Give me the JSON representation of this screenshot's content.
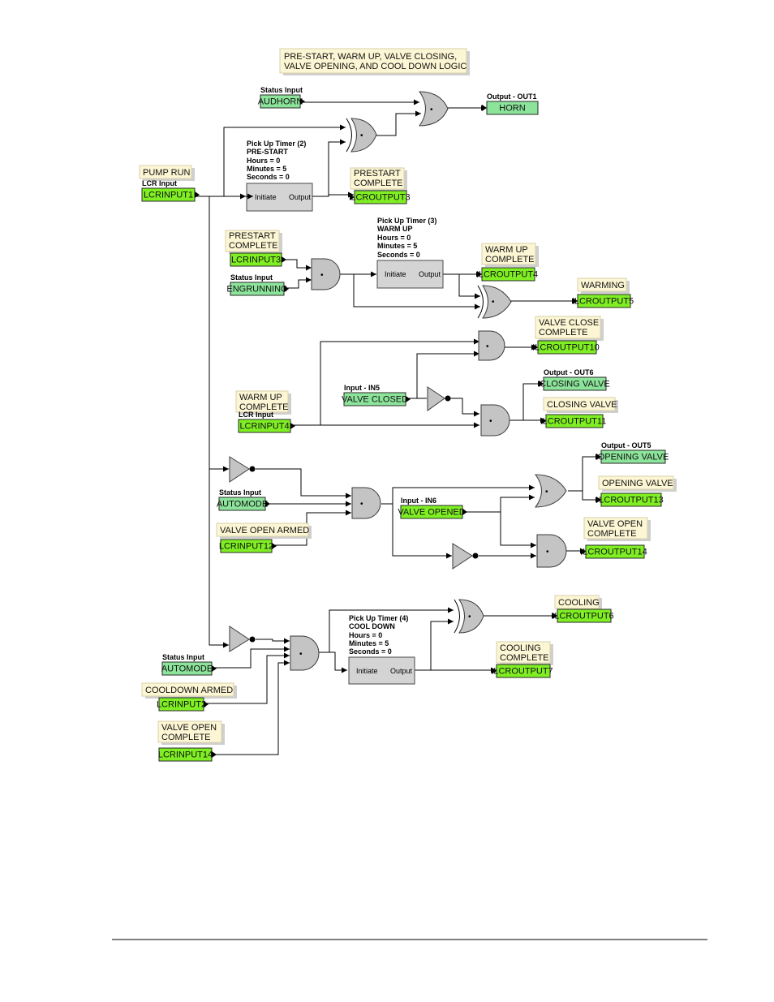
{
  "title_lines": [
    "PRE-START, WARM UP, VALVE CLOSING,",
    "VALVE OPENING, AND COOL DOWN LOGIC"
  ],
  "colors": {
    "lcr_io": "#7fef23",
    "status_io": "#8ce39a",
    "note_bg": "#fdf6d4",
    "gate_fill": "#c4c4c4",
    "block_fill": "#d4d4d4"
  },
  "io": {
    "audhorn": {
      "caption": "Status Input",
      "label": "AUDHORN"
    },
    "horn": {
      "caption": "Output - OUT1",
      "label": "HORN"
    },
    "lcrinput1": {
      "caption": "LCR Input",
      "label": "LCRINPUT1"
    },
    "lcroutput3": {
      "label": "LCROUTPUT3"
    },
    "lcrinput3": {
      "label": "LCRINPUT3"
    },
    "engrunning": {
      "caption": "Status Input",
      "label": "ENGRUNNING"
    },
    "lcroutput4": {
      "label": "LCROUTPUT4"
    },
    "lcroutput5": {
      "label": "LCROUTPUT5"
    },
    "lcroutput10": {
      "label": "LCROUTPUT10"
    },
    "valve_closed": {
      "caption": "Input - IN5",
      "label": "VALVE CLOSED"
    },
    "closing_valve_out": {
      "caption": "Output - OUT6",
      "label": "CLOSING VALVE"
    },
    "lcroutput11": {
      "label": "LCROUTPUT11"
    },
    "lcrinput4": {
      "caption": "LCR Input",
      "label": "LCRINPUT4"
    },
    "opening_valve_out": {
      "caption": "Output - OUT5",
      "label": "OPENING VALVE"
    },
    "automode1": {
      "caption": "Status Input",
      "label": "AUTOMODE"
    },
    "valve_opened": {
      "caption": "Input - IN6",
      "label": "VALVE OPENED"
    },
    "lcroutput13": {
      "label": "LCROUTPUT13"
    },
    "lcrinput12": {
      "label": "LCRINPUT12"
    },
    "lcroutput14": {
      "label": "LCROUTPUT14"
    },
    "lcroutput6": {
      "label": "LCROUTPUT6"
    },
    "automode2": {
      "caption": "Status Input",
      "label": "AUTOMODE"
    },
    "lcroutput7": {
      "label": "LCROUTPUT7"
    },
    "lcrinput2": {
      "label": "LCRINPUT2"
    },
    "lcrinput14": {
      "label": "LCRINPUT14"
    }
  },
  "notes": {
    "pump_run": [
      "PUMP RUN"
    ],
    "prestart_complete_a": [
      "PRESTART",
      "COMPLETE"
    ],
    "prestart_complete_b": [
      "PRESTART",
      "COMPLETE"
    ],
    "warm_up_complete_a": [
      "WARM UP",
      "COMPLETE"
    ],
    "warming": [
      "WARMING"
    ],
    "valve_close_complete": [
      "VALVE CLOSE",
      "COMPLETE"
    ],
    "warm_up_complete_b": [
      "WARM UP",
      "COMPLETE"
    ],
    "closing_valve": [
      "CLOSING VALVE"
    ],
    "opening_valve": [
      "OPENING VALVE"
    ],
    "valve_open_armed": [
      "VALVE OPEN ARMED"
    ],
    "valve_open_complete_a": [
      "VALVE OPEN",
      "COMPLETE"
    ],
    "cooling": [
      "COOLING"
    ],
    "cooling_complete": [
      "COOLING",
      "COMPLETE"
    ],
    "cooldown_armed": [
      "COOLDOWN ARMED"
    ],
    "valve_open_complete_b": [
      "VALVE OPEN",
      "COMPLETE"
    ]
  },
  "timers": {
    "t2": {
      "lines": [
        "Pick Up Timer (2)",
        "PRE-START",
        "Hours = 0",
        "Minutes = 5",
        "Seconds = 0"
      ],
      "initiate": "Initiate",
      "output": "Output"
    },
    "t3": {
      "lines": [
        "Pick Up Timer (3)",
        "WARM UP",
        "Hours = 0",
        "Minutes = 5",
        "Seconds = 0"
      ],
      "initiate": "Initiate",
      "output": "Output"
    },
    "t4": {
      "lines": [
        "Pick Up Timer (4)",
        "COOL DOWN",
        "Hours = 0",
        "Minutes = 5",
        "Seconds = 0"
      ],
      "initiate": "Initiate",
      "output": "Output"
    }
  }
}
